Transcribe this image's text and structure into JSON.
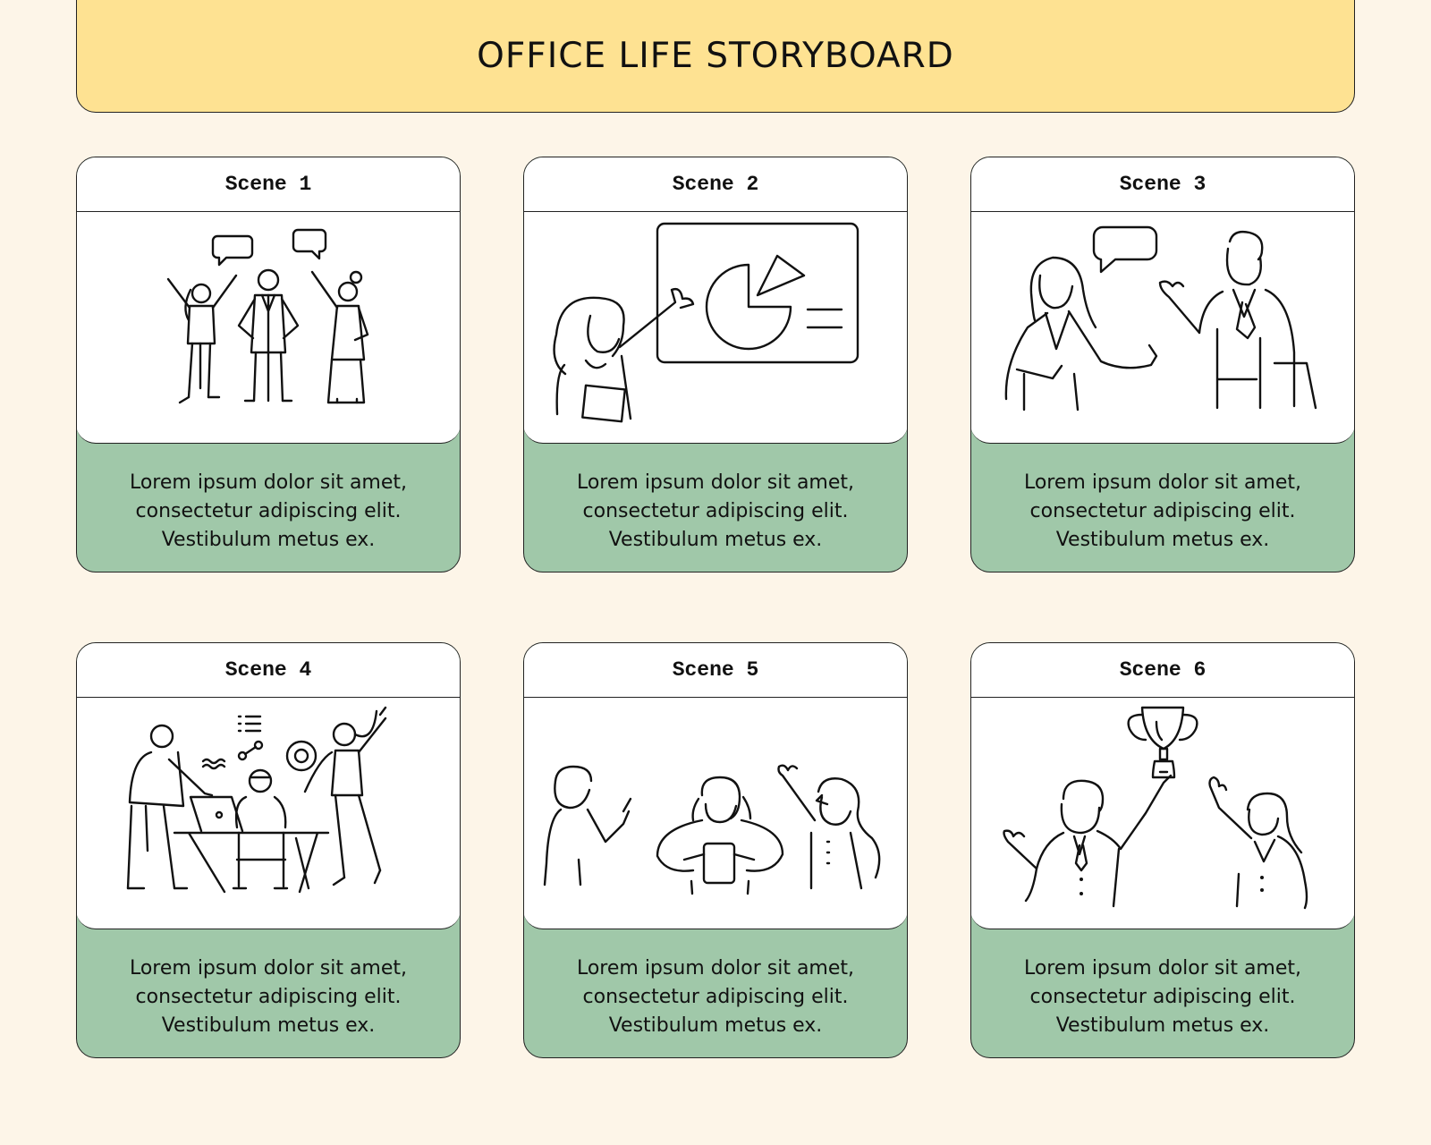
{
  "title": "OFFICE LIFE STORYBOARD",
  "scenes": [
    {
      "label": "Scene 1",
      "caption": "Lorem ipsum dolor sit amet, consectetur adipiscing elit. Vestibulum metus ex."
    },
    {
      "label": "Scene 2",
      "caption": "Lorem ipsum dolor sit amet, consectetur adipiscing elit. Vestibulum metus ex."
    },
    {
      "label": "Scene 3",
      "caption": "Lorem ipsum dolor sit amet, consectetur adipiscing elit. Vestibulum metus ex."
    },
    {
      "label": "Scene 4",
      "caption": "Lorem ipsum dolor sit amet, consectetur adipiscing elit. Vestibulum metus ex."
    },
    {
      "label": "Scene 5",
      "caption": "Lorem ipsum dolor sit amet, consectetur adipiscing elit. Vestibulum metus ex."
    },
    {
      "label": "Scene 6",
      "caption": "Lorem ipsum dolor sit amet, consectetur adipiscing elit. Vestibulum metus ex."
    }
  ],
  "illustrations": [
    "three-colleagues-cheering-icon",
    "presenter-pie-chart-board-icon",
    "two-colleagues-talking-icon",
    "team-working-at-laptop-icon",
    "three-people-with-phones-icon",
    "winners-holding-trophy-icon"
  ],
  "colors": {
    "background": "#fdf5e8",
    "title_banner": "#fee292",
    "caption_panel": "#a0c8a9",
    "outline": "#222222"
  }
}
